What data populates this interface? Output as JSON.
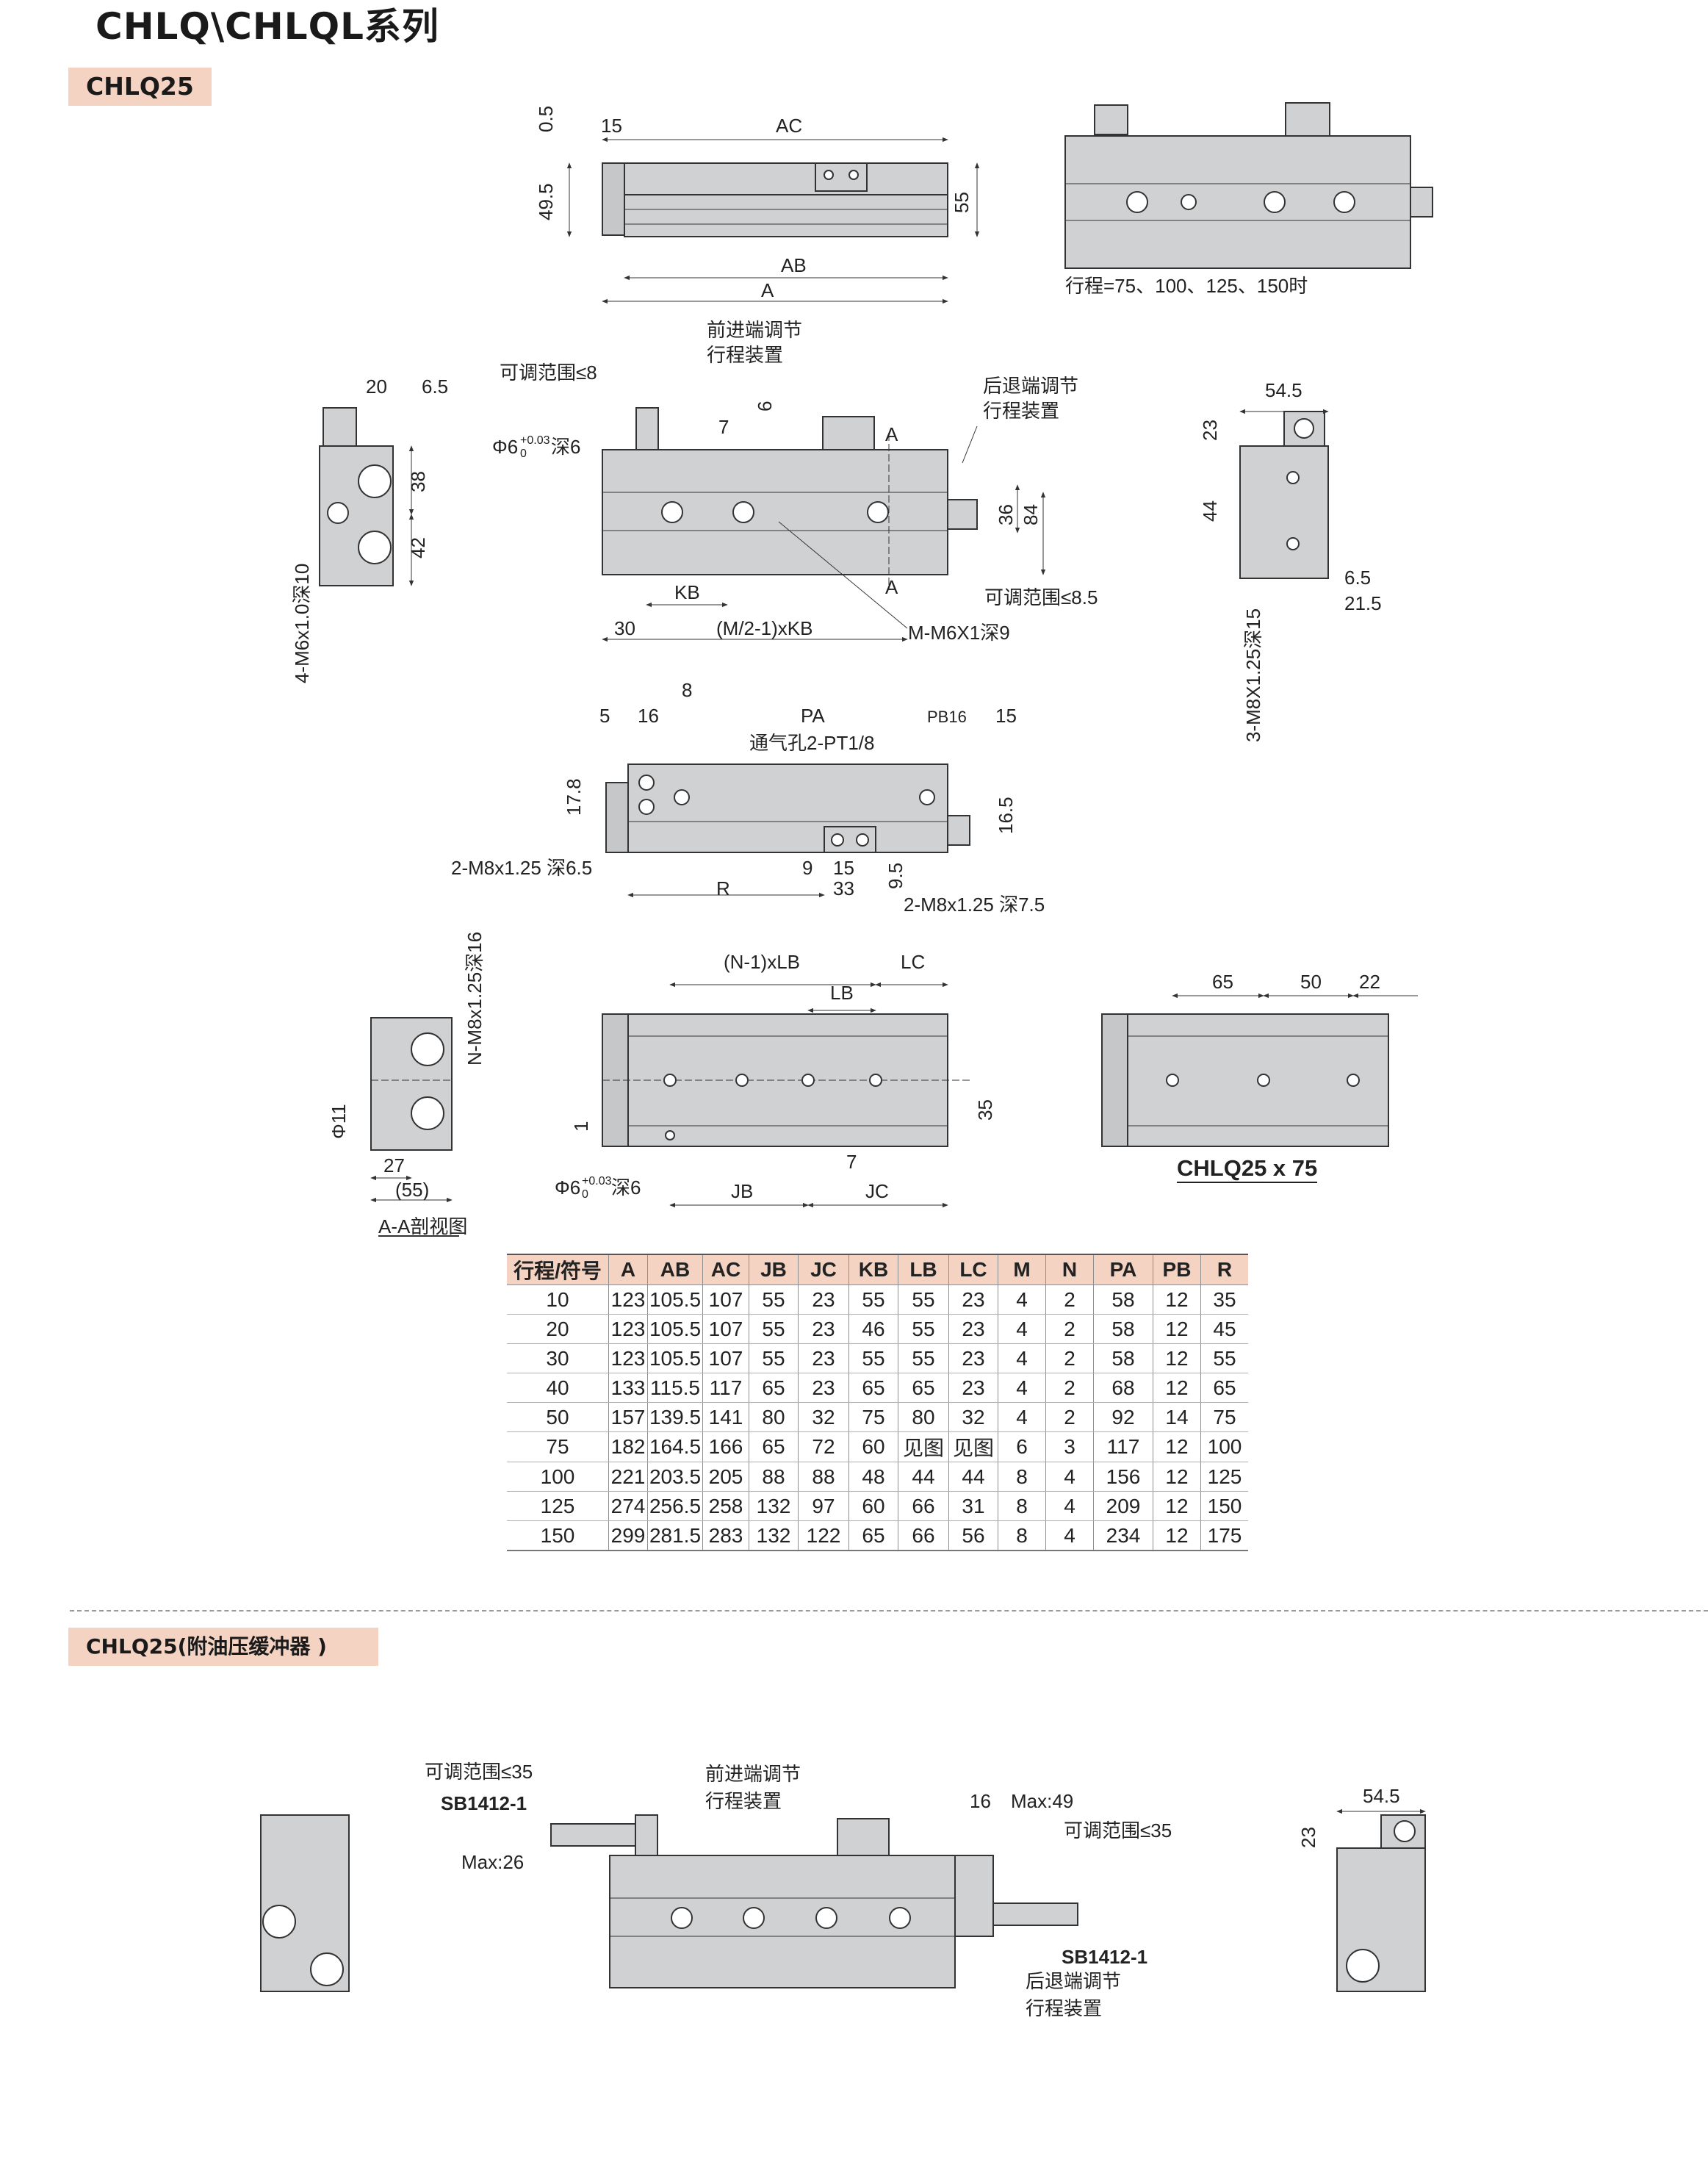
{
  "title": "CHLQ\\CHLQL系列",
  "sections": {
    "main": "CHLQ25",
    "buffer": "CHLQ25(附油压缓冲器 )"
  },
  "drawing": {
    "top_view_labels": [
      "0.5",
      "15",
      "AC",
      "49.5",
      "55",
      "AB",
      "A"
    ],
    "stroke_note": "行程=75、100、125、150时",
    "adv_adjust": "前进端调节",
    "stroke_device": "行程装置",
    "ret_adjust": "后退端调节",
    "adjust_range_8": "可调范围≤8",
    "adjust_range_85": "可调范围≤8.5",
    "phi6_depth6": "Φ6",
    "phi6_tol": "+0.03",
    "phi6_tol_low": "0",
    "depth6": "深6",
    "dim_7": "7",
    "dim_6": "6",
    "A_mark": "A",
    "dim_36": "36",
    "dim_84": "84",
    "dim_30": "30",
    "dim_KB": "KB",
    "dim_M2KB": "(M/2-1)xKB",
    "m_m6": "M-M6X1深9",
    "left_20": "20",
    "left_65": "6.5",
    "left_38": "38",
    "left_42": "42",
    "left_m6": "4-M6x1.0深10",
    "right_545": "54.5",
    "right_23": "23",
    "right_44": "44",
    "right_65": "6.5",
    "right_215": "21.5",
    "right_m8": "3-M8X1.25深15",
    "side_5": "5",
    "side_16": "16",
    "side_8": "8",
    "side_PA": "PA",
    "side_PB16": "PB16",
    "side_15": "15",
    "vent": "通气孔2-PT1/8",
    "side_178": "17.8",
    "side_165": "16.5",
    "side_m8_65": "2-M8x1.25 深6.5",
    "side_9": "9",
    "side_15b": "15",
    "side_95": "9.5",
    "side_R": "R",
    "side_33": "33",
    "side_m8_75": "2-M8x1.25 深7.5",
    "sec_N1LB": "(N-1)xLB",
    "sec_LC": "LC",
    "sec_LB": "LB",
    "sec_1": "1",
    "sec_35": "35",
    "sec_7": "7",
    "sec_JB": "JB",
    "sec_JC": "JC",
    "sec_nm8": "N-M8x1.25深16",
    "sec_phi11": "Φ11",
    "sec_27": "27",
    "sec_55": "(55)",
    "sec_AA": "A-A剖视图",
    "x75_65": "65",
    "x75_50": "50",
    "x75_22": "22",
    "model_x75": "CHLQ25 x 75",
    "buf_range35": "可调范围≤35",
    "buf_sb": "SB1412-1",
    "buf_max26": "Max:26",
    "buf_16": "16",
    "buf_max49": "Max:49",
    "buf_545": "54.5",
    "buf_23": "23"
  },
  "table": {
    "headers": [
      "行程/符号",
      "A",
      "AB",
      "AC",
      "JB",
      "JC",
      "KB",
      "LB",
      "LC",
      "M",
      "N",
      "PA",
      "PB",
      "R"
    ],
    "rows": [
      [
        "10",
        "123",
        "105.5",
        "107",
        "55",
        "23",
        "55",
        "55",
        "23",
        "4",
        "2",
        "58",
        "12",
        "35"
      ],
      [
        "20",
        "123",
        "105.5",
        "107",
        "55",
        "23",
        "46",
        "55",
        "23",
        "4",
        "2",
        "58",
        "12",
        "45"
      ],
      [
        "30",
        "123",
        "105.5",
        "107",
        "55",
        "23",
        "55",
        "55",
        "23",
        "4",
        "2",
        "58",
        "12",
        "55"
      ],
      [
        "40",
        "133",
        "115.5",
        "117",
        "65",
        "23",
        "65",
        "65",
        "23",
        "4",
        "2",
        "68",
        "12",
        "65"
      ],
      [
        "50",
        "157",
        "139.5",
        "141",
        "80",
        "32",
        "75",
        "80",
        "32",
        "4",
        "2",
        "92",
        "14",
        "75"
      ],
      [
        "75",
        "182",
        "164.5",
        "166",
        "65",
        "72",
        "60",
        "见图",
        "见图",
        "6",
        "3",
        "117",
        "12",
        "100"
      ],
      [
        "100",
        "221",
        "203.5",
        "205",
        "88",
        "88",
        "48",
        "44",
        "44",
        "8",
        "4",
        "156",
        "12",
        "125"
      ],
      [
        "125",
        "274",
        "256.5",
        "258",
        "132",
        "97",
        "60",
        "66",
        "31",
        "8",
        "4",
        "209",
        "12",
        "150"
      ],
      [
        "150",
        "299",
        "281.5",
        "283",
        "132",
        "122",
        "65",
        "66",
        "56",
        "8",
        "4",
        "234",
        "12",
        "175"
      ]
    ]
  },
  "colors": {
    "tag_bg": "#f5d3c3",
    "body_fill": "#cfd1d3",
    "line": "#333333"
  }
}
